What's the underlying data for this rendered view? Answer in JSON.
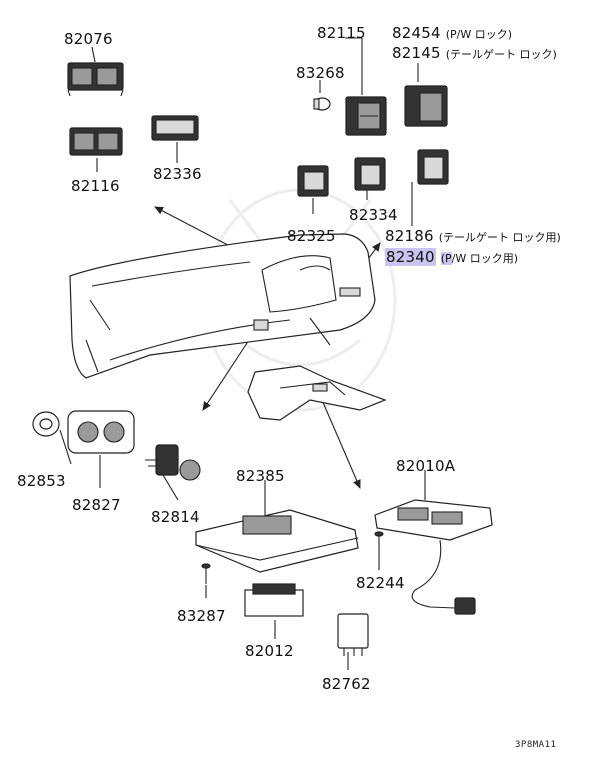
{
  "parts": {
    "p82076": "82076",
    "p82116": "82116",
    "p82336": "82336",
    "p82115": "82115",
    "p83268": "83268",
    "p82454": "82454",
    "p82454_note": "(P/W ロック)",
    "p82145": "82145",
    "p82145_note": "(テールゲート ロック)",
    "p82325": "82325",
    "p82334": "82334",
    "p82186": "82186",
    "p82186_note": "(テールゲート ロック用)",
    "p82340": "82340",
    "p82340_note_hl": "(P",
    "p82340_note_rest": "/W ロック用)",
    "p82853": "82853",
    "p82827": "82827",
    "p82814": "82814",
    "p82385": "82385",
    "p82010A": "82010A",
    "p82244": "82244",
    "p83287": "83287",
    "p82012": "82012",
    "p82762": "82762"
  },
  "diagram_code": "3P8MA11",
  "colors": {
    "highlight": "#c9c5f0",
    "ink": "#222222"
  }
}
